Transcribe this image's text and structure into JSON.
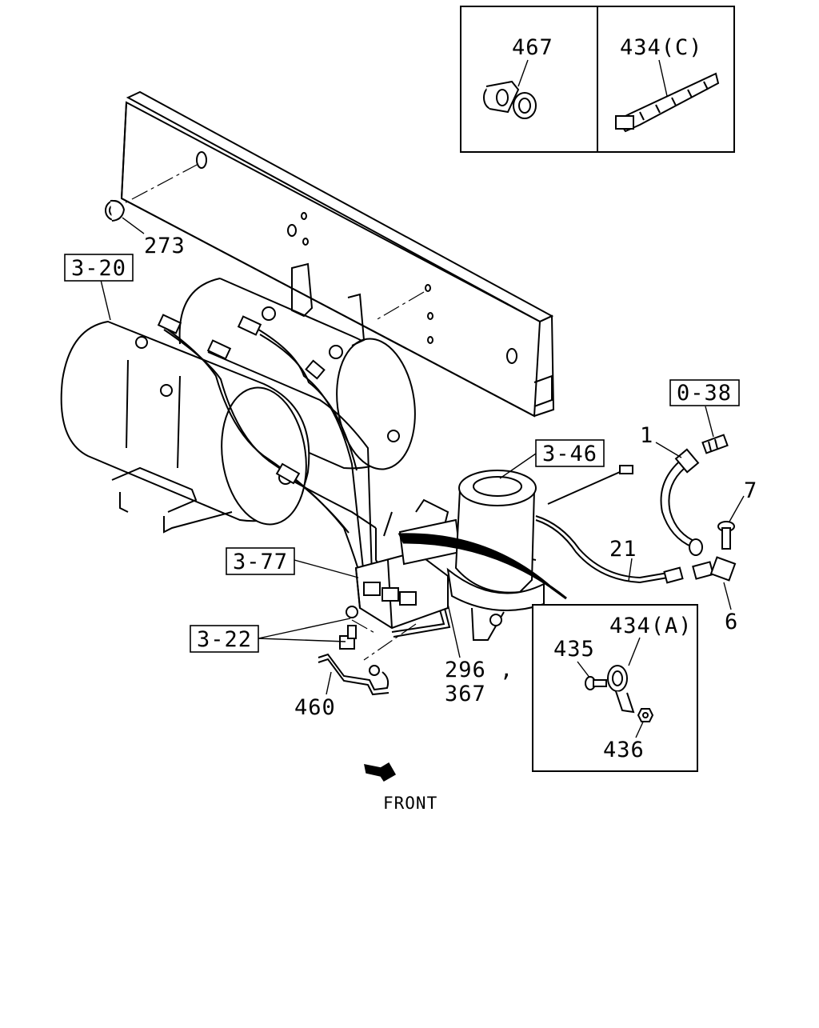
{
  "callouts": {
    "p273": "273",
    "ref_3_20": "3-20",
    "ref_0_38": "0-38",
    "p1": "1",
    "p7": "7",
    "ref_3_46": "3-46",
    "p21": "21",
    "p6": "6",
    "ref_3_77": "3-77",
    "ref_3_22": "3-22",
    "p296": "296 ,",
    "p367": "367",
    "p460": "460"
  },
  "inset_top": {
    "left_label": "467",
    "right_label": "434(C)"
  },
  "inset_bottom": {
    "label_434a": "434(A)",
    "label_435": "435",
    "label_436": "436"
  },
  "direction": {
    "label": "FRONT"
  }
}
